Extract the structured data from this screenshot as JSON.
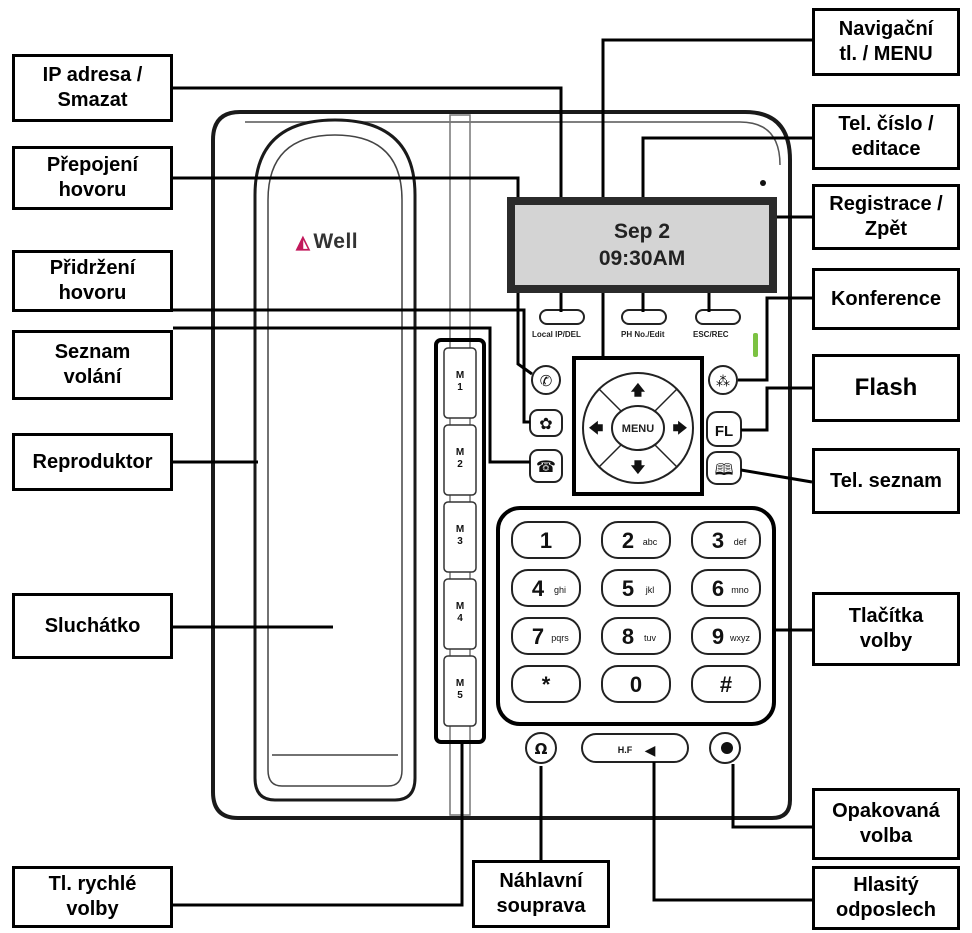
{
  "brand": {
    "name": "Well"
  },
  "display": {
    "date": "Sep 2",
    "time": "09:30AM"
  },
  "softkeys": {
    "left": "Local IP/DEL",
    "middle": "PH No./Edit",
    "right": "ESC/REC"
  },
  "nav": {
    "menu": "MENU"
  },
  "side_keys": {
    "fl": "FL",
    "hf": "H.F"
  },
  "memory_keys": [
    {
      "label": "M\n1"
    },
    {
      "label": "M\n2"
    },
    {
      "label": "M\n3"
    },
    {
      "label": "M\n4"
    },
    {
      "label": "M\n5"
    }
  ],
  "keypad": [
    {
      "digit": "1",
      "letters": ""
    },
    {
      "digit": "2",
      "letters": "abc"
    },
    {
      "digit": "3",
      "letters": "def"
    },
    {
      "digit": "4",
      "letters": "ghi"
    },
    {
      "digit": "5",
      "letters": "jkl"
    },
    {
      "digit": "6",
      "letters": "mno"
    },
    {
      "digit": "7",
      "letters": "pqrs"
    },
    {
      "digit": "8",
      "letters": "tuv"
    },
    {
      "digit": "9",
      "letters": "wxyz"
    },
    {
      "digit": "*",
      "letters": ""
    },
    {
      "digit": "0",
      "letters": ""
    },
    {
      "digit": "#",
      "letters": ""
    }
  ],
  "labels": {
    "ip_address": "IP adresa /\nSmazat",
    "transfer": "Přepojení\nhovoru",
    "hold": "Přidržení\nhovoru",
    "call_list": "Seznam\nvolání",
    "speaker": "Reproduktor",
    "handset": "Sluchátko",
    "speed_dial": "Tl. rychlé\nvolby",
    "headset": "Náhlavní\nsouprava",
    "navigation": "Navigační\ntl. / MENU",
    "phone_number": "Tel. číslo /\neditace",
    "registration": "Registrace /\nZpět",
    "conference": "Konference",
    "flash": "Flash",
    "phonebook": "Tel. seznam",
    "dial_keys": "Tlačítka\nvolby",
    "redial": "Opakovaná\nvolba",
    "handsfree": "Hlasitý\nodposlech"
  }
}
